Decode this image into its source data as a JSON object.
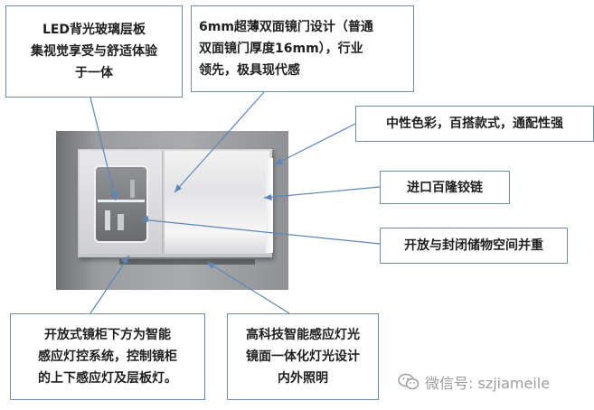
{
  "callouts": {
    "led_shelf": {
      "lines": [
        "LED背光玻璃层板",
        "集视觉享受与舒适体验",
        "于一体"
      ]
    },
    "thin_door": {
      "lines": [
        "6mm超薄双面镜门设计（普通",
        "双面镜门厚度16mm），行业",
        "领先，极具现代感"
      ]
    },
    "neutral_color": {
      "lines": [
        "中性色彩，百搭款式，通配性强"
      ]
    },
    "hinge": {
      "lines": [
        "进口百隆铰链"
      ]
    },
    "storage": {
      "lines": [
        "开放与封闭储物空间并重"
      ]
    },
    "sensor_light": {
      "lines": [
        "开放式镜柜下方为智能",
        "感应灯控系统，控制镜柜",
        "的上下感应灯及层板灯。"
      ]
    },
    "tech_light": {
      "lines": [
        "高科技智能感应灯光",
        "镜面一体化灯光设计",
        "内外照明"
      ]
    }
  },
  "watermark": {
    "text": "微信号: szjiameile",
    "icon": "wechat-icon"
  },
  "colors": {
    "callout_border": "#6d8fb5",
    "leader_line": "#5b86b8",
    "text": "#1f1f1f",
    "watermark": "#9c9c9c"
  }
}
